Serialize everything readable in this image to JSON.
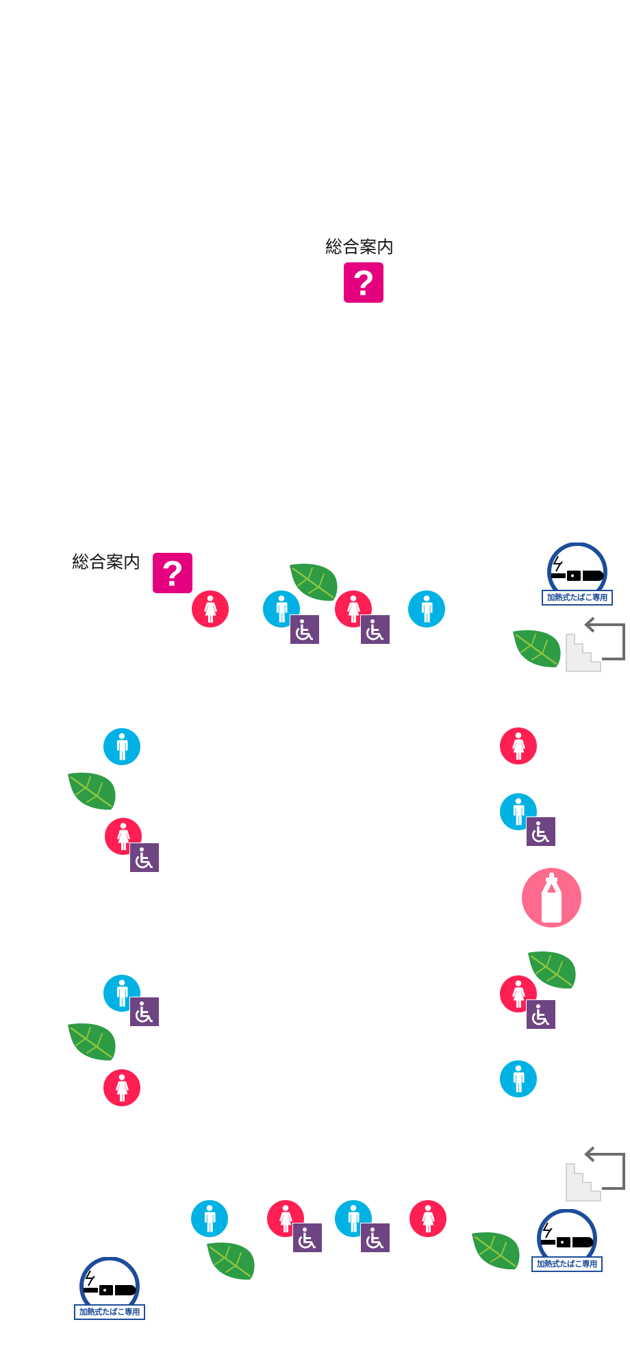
{
  "map": {
    "background_color": "#ffffff",
    "colors": {
      "info": "#e4007f",
      "male": "#00b2e3",
      "female": "#ff1f53",
      "accessible": "#6e4482",
      "leaf": "#2e9b45",
      "leaf_vein": "#8cc63f",
      "nursing": "#ff6b8c",
      "smoking_ring": "#1d4d9a",
      "stairs_fill": "#eeeeee",
      "stairs_arrow": "#6d6d6d"
    }
  },
  "info_desks": [
    {
      "id": "info-desk-1",
      "label": "総合案内",
      "icon": "question-mark-icon",
      "glyph": "?"
    },
    {
      "id": "info-desk-2",
      "label": "総合案内",
      "icon": "question-mark-icon",
      "glyph": "?"
    }
  ],
  "restrooms": {
    "top_row": [
      "female",
      "male+accessible",
      "female+accessible",
      "male"
    ],
    "left_column": [
      "male",
      "female+accessible",
      "male+accessible",
      "female"
    ],
    "right_column": [
      "female",
      "male+accessible",
      "female+accessible",
      "male"
    ],
    "bottom_row": [
      "male",
      "female+accessible",
      "male+accessible",
      "female"
    ]
  },
  "icons": {
    "male": "male-restroom-icon",
    "female": "female-restroom-icon",
    "accessible": "wheelchair-icon",
    "leaf": "leaf-icon",
    "stairs": "stairs-icon",
    "nursing": "baby-bottle-icon",
    "smoking": "heated-tobacco-icon"
  },
  "smoking_areas": [
    {
      "id": "smoking-top-right",
      "label": "加熱式たばこ専用"
    },
    {
      "id": "smoking-bottom-right",
      "label": "加熱式たばこ専用"
    },
    {
      "id": "smoking-bottom-left",
      "label": "加熱式たばこ専用"
    }
  ],
  "nursing_room": {
    "icon": "baby-bottle-icon"
  },
  "stairs": [
    {
      "id": "stairs-top-right"
    },
    {
      "id": "stairs-bottom-right"
    }
  ],
  "green_spaces_count": 7
}
